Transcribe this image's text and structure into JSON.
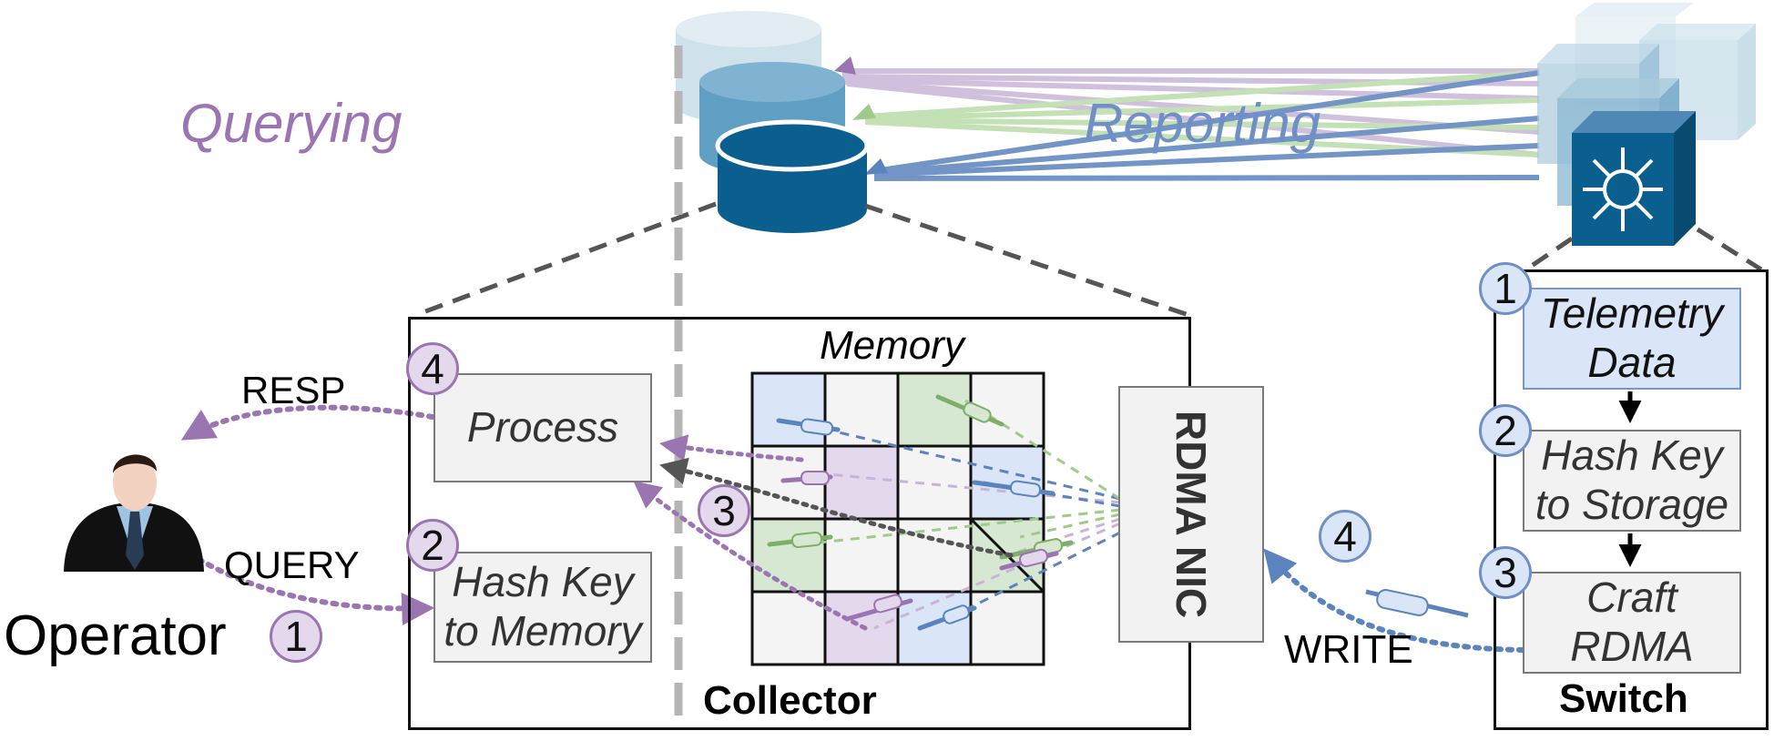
{
  "labels": {
    "querying": "Querying",
    "reporting": "Reporting",
    "operator": "Operator",
    "resp": "RESP",
    "query": "QUERY",
    "write": "WRITE",
    "memory": "Memory",
    "collector": "Collector",
    "switch": "Switch",
    "rdma_nic": "RDMA NIC"
  },
  "collector_boxes": {
    "process": "Process",
    "hash_key_line1": "Hash Key",
    "hash_key_line2": "to Memory"
  },
  "switch_steps": [
    {
      "number": "1",
      "line1": "Telemetry",
      "line2": "Data"
    },
    {
      "number": "2",
      "line1": "Hash Key",
      "line2": "to Storage"
    },
    {
      "number": "3",
      "line1": "Craft",
      "line2": "RDMA"
    }
  ],
  "query_steps": {
    "query": "1",
    "hash": "2",
    "rdma_write": "3",
    "process": "4",
    "write": "4"
  },
  "memory_grid": {
    "rows": 4,
    "cols": 4,
    "cells": [
      "blue",
      "white",
      "green",
      "white",
      "white",
      "purple",
      "white",
      "blue",
      "green",
      "white",
      "white",
      "green",
      "white",
      "purple",
      "blue",
      "white"
    ]
  },
  "colors": {
    "purple": "#9a75b2",
    "blue": "#5b83bd",
    "green": "#9fca89",
    "gray_dash": "#555555",
    "db_dark": "#0a5f8f",
    "db_mid": "#5f9fc4",
    "db_light": "#a9cbdc",
    "cell_blue": "#dae6f8",
    "cell_green": "#d6e8d2",
    "cell_purple": "#e4d8ec",
    "cell_white": "#f4f4f4"
  }
}
